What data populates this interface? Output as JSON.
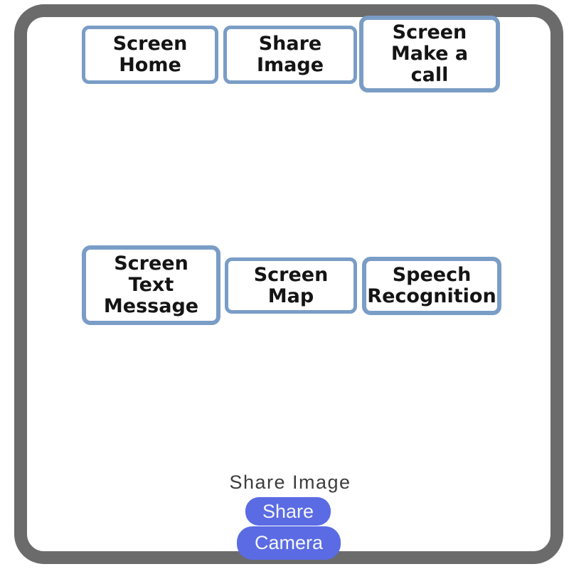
{
  "screen": {
    "section_label": "Share Image"
  },
  "colors": {
    "background": "#ffffff",
    "frame_gray": "#6b6b6b",
    "nav_border_blue": "#7a9dc6",
    "nav_text": "#141414",
    "action_blue": "#5a6be4",
    "action_text": "#f5f5f5",
    "label_text": "#3d3d3d"
  },
  "nav": {
    "buttons": [
      {
        "id": "screen-home",
        "label": "Screen\nHome"
      },
      {
        "id": "share-image",
        "label": "Share\nImage"
      },
      {
        "id": "screen-make-a-call",
        "label": "Screen\nMake a\ncall"
      },
      {
        "id": "screen-text-message",
        "label": "Screen\nText\nMessage"
      },
      {
        "id": "screen-map",
        "label": "Screen\nMap"
      },
      {
        "id": "speech-recognition",
        "label": "Speech\nRecognition"
      }
    ]
  },
  "bottom": {
    "section_label": "Share Image",
    "buttons": [
      {
        "id": "share",
        "label": "Share"
      },
      {
        "id": "camera",
        "label": "Camera"
      }
    ]
  }
}
